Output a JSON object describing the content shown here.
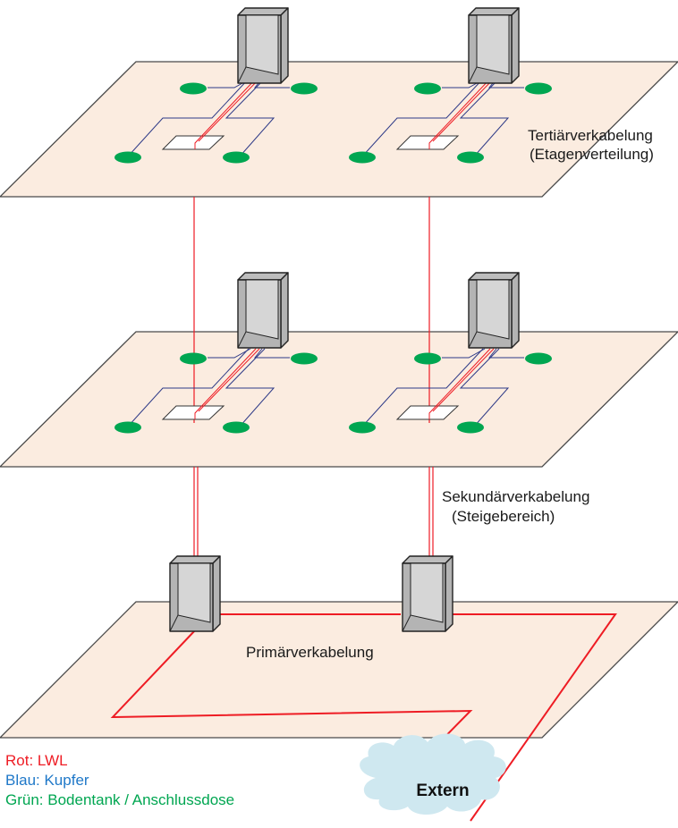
{
  "colors": {
    "floor": "#fbece0",
    "floor_stroke": "#4a4a4a",
    "fiber": "#ee1c24",
    "copper": "#2e3a87",
    "outlet": "#00a651",
    "cabinet_front": "#d6d6d6",
    "cabinet_side": "#b4b4b4",
    "cloud": "#cfe8f0"
  },
  "labels": {
    "tertiary_line1": "Tertiärverkabelung",
    "tertiary_line2": "(Etagenverteilung)",
    "secondary_line1": "Sekundärverkabelung",
    "secondary_line2": "(Steigebereich)",
    "primary": "Primärverkabelung",
    "extern": "Extern"
  },
  "legend": [
    {
      "text": "Rot: LWL",
      "color": "#ee1c24"
    },
    {
      "text": "Blau: Kupfer",
      "color": "#1f78c8"
    },
    {
      "text": "Grün: Bodentank / Anschlussdose",
      "color": "#00a651"
    }
  ]
}
